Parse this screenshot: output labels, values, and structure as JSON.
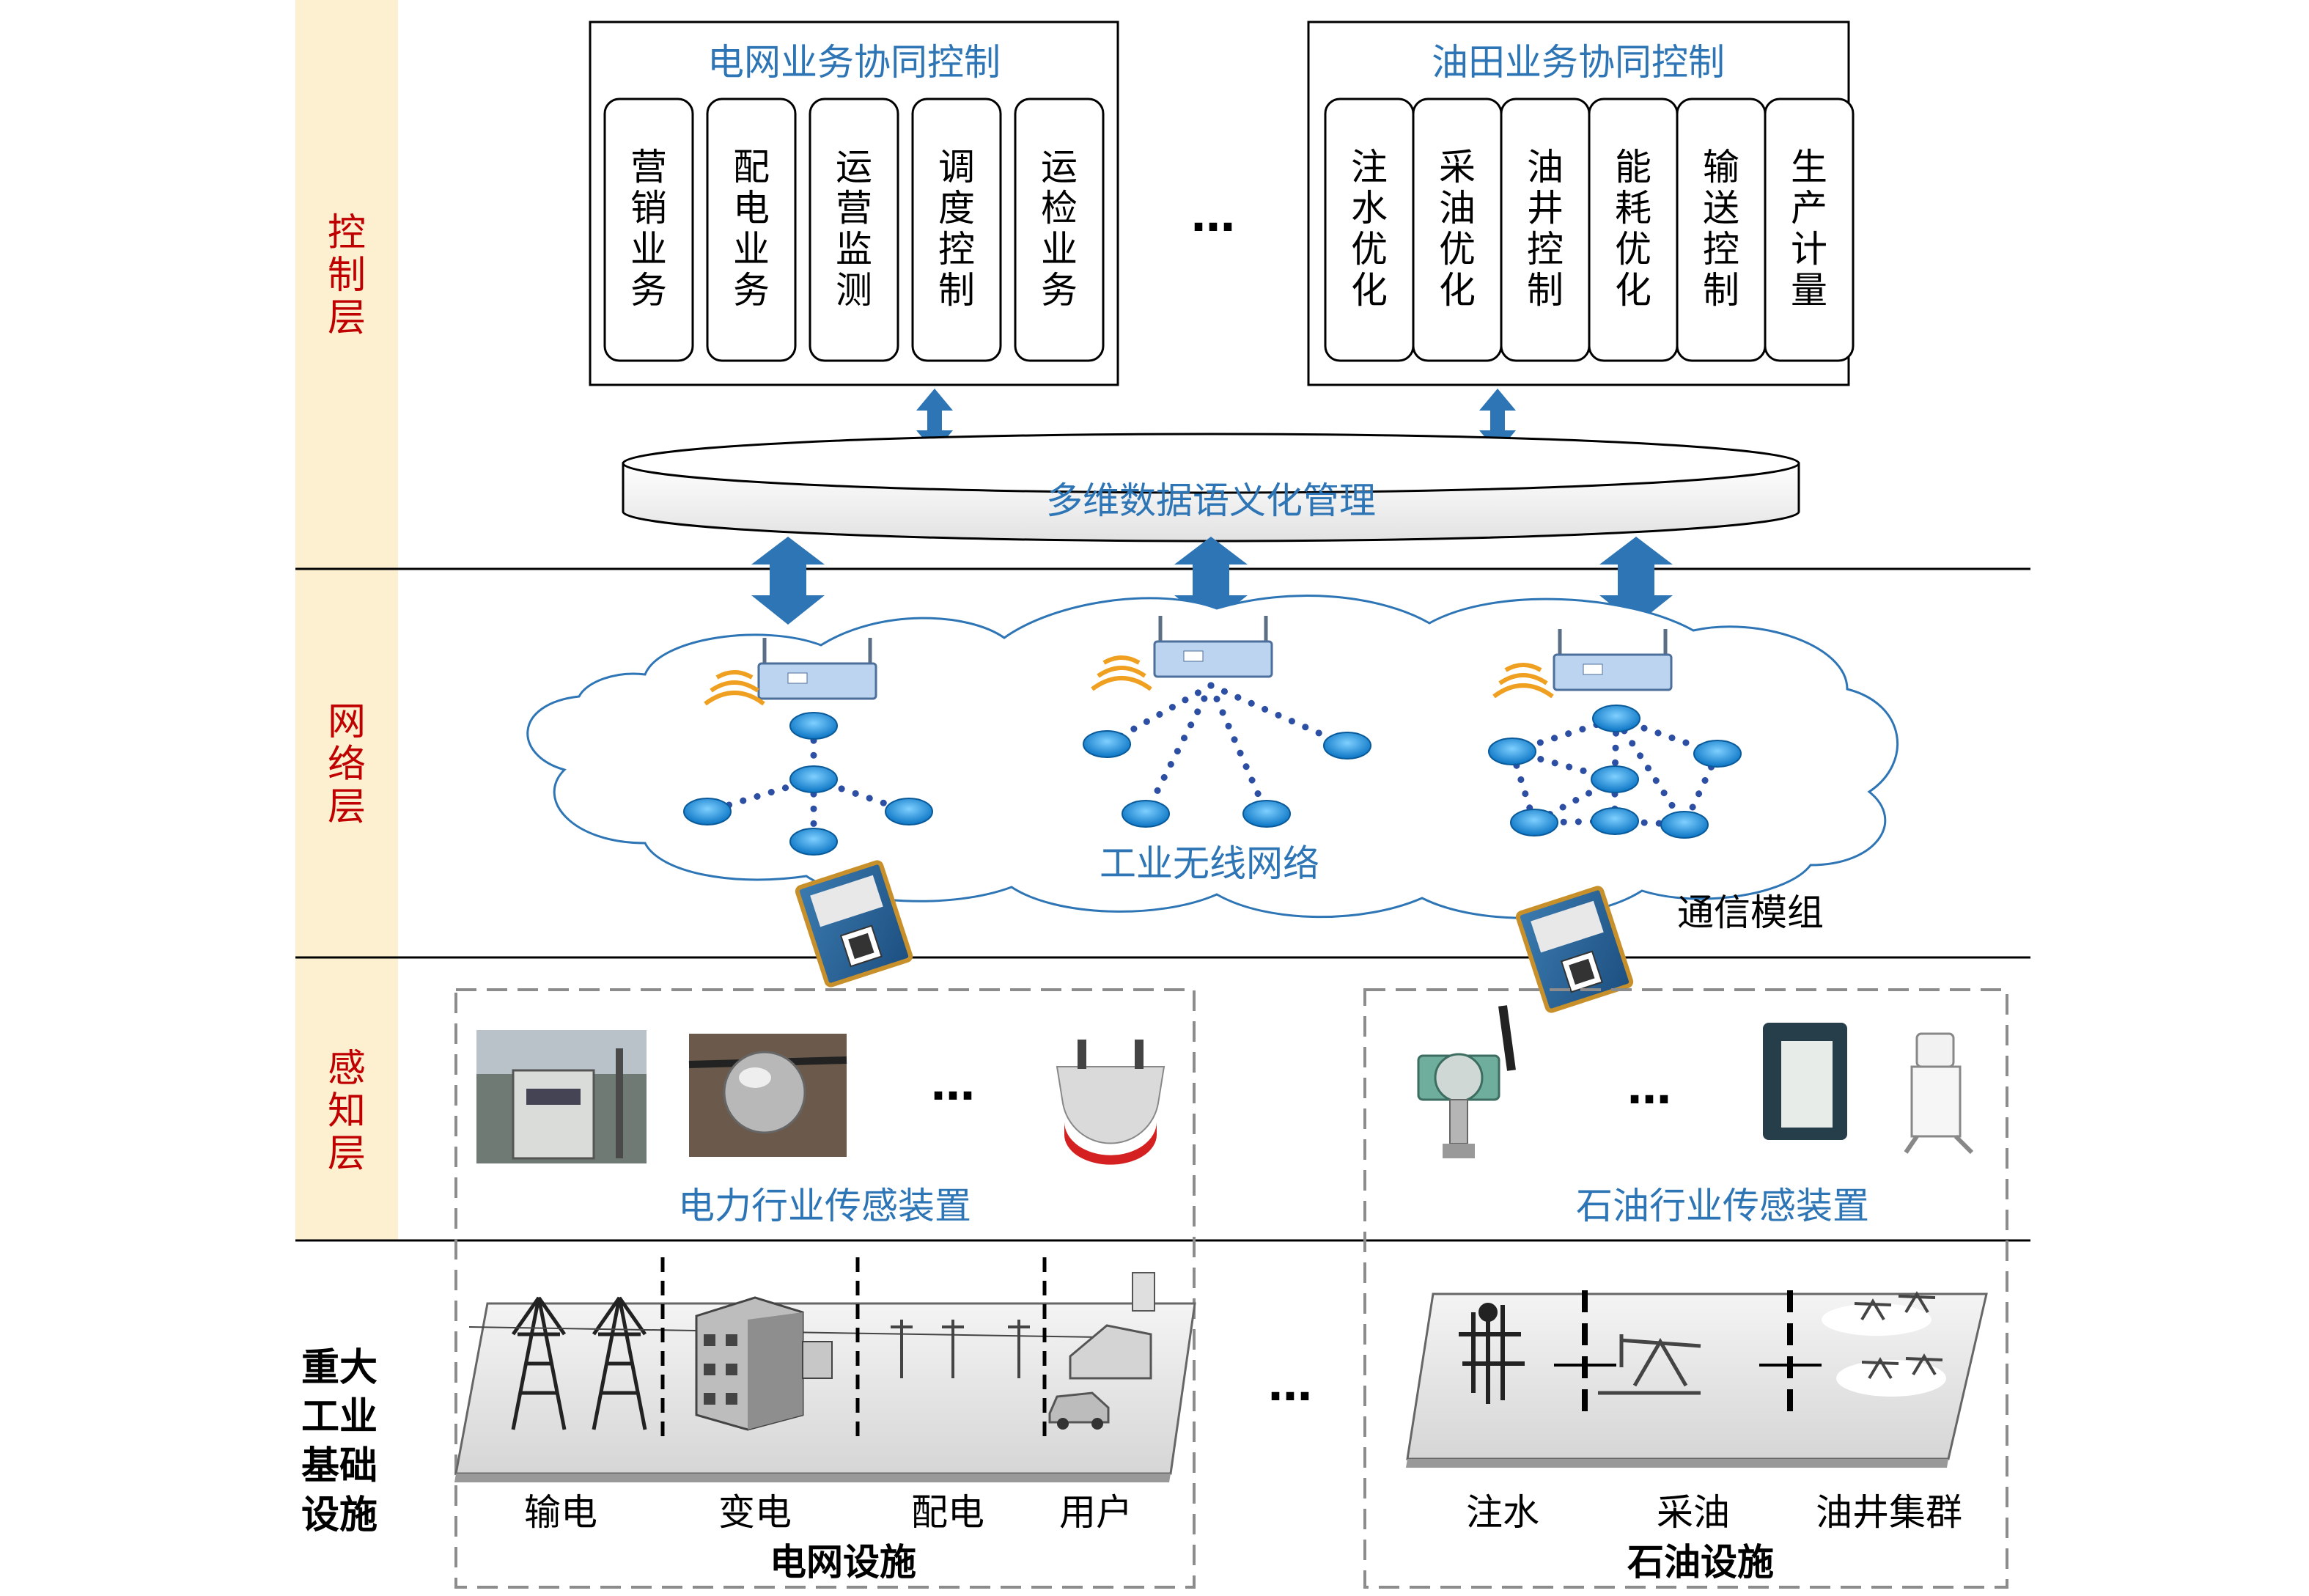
{
  "layers": {
    "control": [
      "控",
      "制",
      "层"
    ],
    "network": [
      "网",
      "络",
      "层"
    ],
    "perception": [
      "感",
      "知",
      "层"
    ],
    "infrastructure": [
      "重大",
      "工业",
      "基础",
      "设施"
    ]
  },
  "control": {
    "grid_title": "电网业务协同控制",
    "grid_items": [
      [
        "营",
        "销",
        "业",
        "务"
      ],
      [
        "配",
        "电",
        "业",
        "务"
      ],
      [
        "运",
        "营",
        "监",
        "测"
      ],
      [
        "调",
        "度",
        "控",
        "制"
      ],
      [
        "运",
        "检",
        "业",
        "务"
      ]
    ],
    "oil_title": "油田业务协同控制",
    "oil_items": [
      [
        "注",
        "水",
        "优",
        "化"
      ],
      [
        "采",
        "油",
        "优",
        "化"
      ],
      [
        "油",
        "井",
        "控",
        "制"
      ],
      [
        "能",
        "耗",
        "优",
        "化"
      ],
      [
        "输",
        "送",
        "控",
        "制"
      ],
      [
        "生",
        "产",
        "计",
        "量"
      ]
    ],
    "ellipsis": "…",
    "data_mgmt": "多维数据语义化管理"
  },
  "network": {
    "cloud_label": "工业无线网络",
    "module_label": "通信模组"
  },
  "perception": {
    "power_label": "电力行业传感装置",
    "oil_label": "石油行业传感装置",
    "ellipsis": "…"
  },
  "infrastructure": {
    "grid_stages": [
      "输电",
      "变电",
      "配电",
      "用户"
    ],
    "grid_title": "电网设施",
    "oil_stages": [
      "注水",
      "采油",
      "油井集群"
    ],
    "oil_title": "石油设施",
    "ellipsis": "…"
  },
  "colors": {
    "accent_blue": "#2e75b6",
    "layer_band": "#fdf0d0",
    "layer_text": "#c00000",
    "node_blue": "#1f8fd6"
  }
}
